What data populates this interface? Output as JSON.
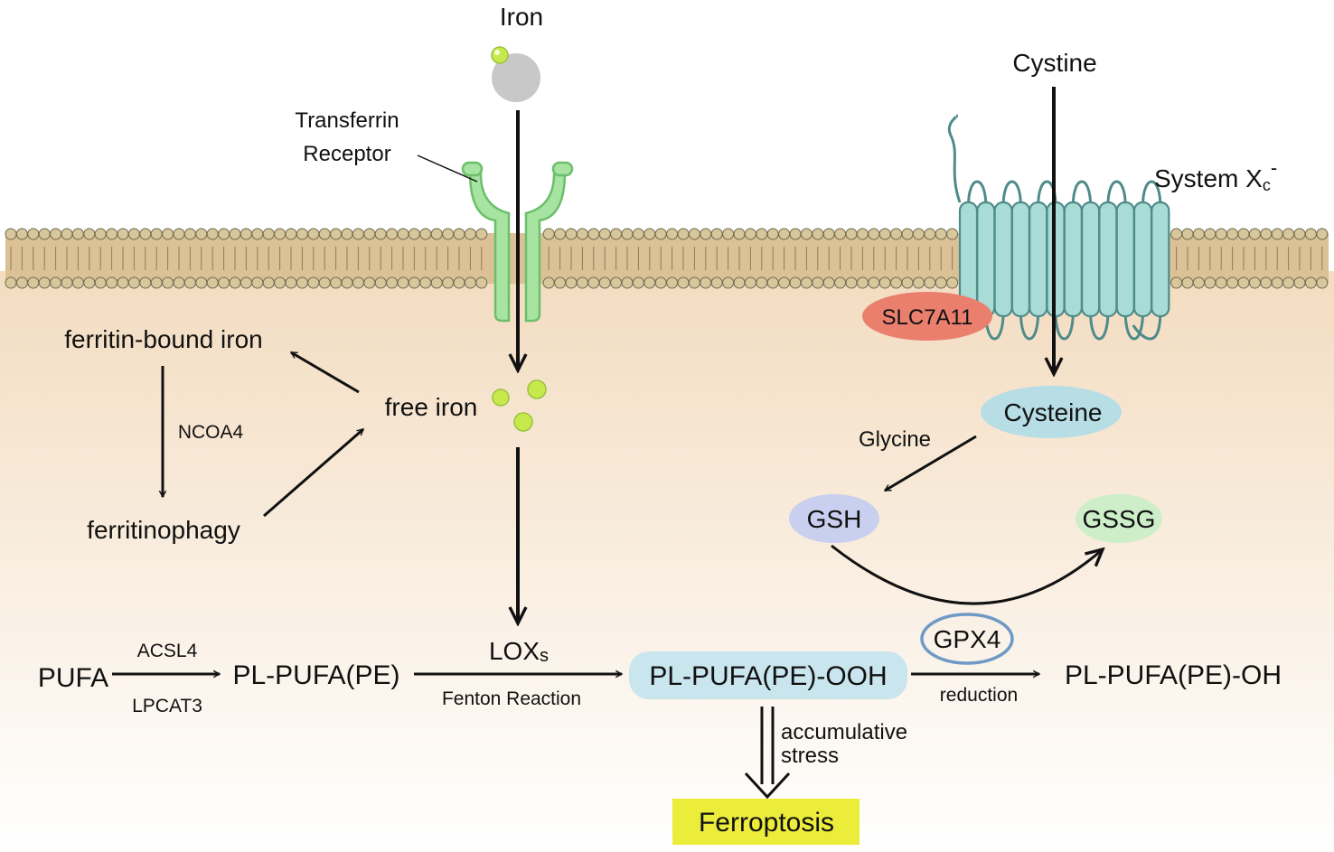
{
  "colors": {
    "cytoplasm_top": "#f3dcc0",
    "cytoplasm_bottom": "#ffffff",
    "membrane_band": "#dcc096",
    "lipid_head": "#d8c79a",
    "receptor_green": "#a7e3a1",
    "receptor_stroke": "#6cbf6a",
    "transporter_teal": "#a9dcd6",
    "transporter_stroke": "#4f8b8a",
    "slc7a11_red": "#ea7f6e",
    "iron_green": "#c6ea4c",
    "transferrin_gray": "#c8c8c8",
    "cysteine_blue": "#b7dde5",
    "gsh_lavender": "#c9cfee",
    "gssg_green": "#cdeec9",
    "ooh_blue": "#c9e6ef",
    "gpx4_ring": "#6f9ac6",
    "ferroptosis_yellow": "#ecec3b"
  },
  "labels": {
    "iron": "Iron",
    "transferrin_receptor_line1": "Transferrin",
    "transferrin_receptor_line2": "Receptor",
    "cystine": "Cystine",
    "system_xc": "System X",
    "system_xc_sub": "c",
    "system_xc_sup": "-",
    "slc7a11": "SLC7A11",
    "ferritin_bound_iron": "ferritin-bound iron",
    "ncoa4": "NCOA4",
    "ferritinophagy": "ferritinophagy",
    "free_iron": "free iron",
    "cysteine": "Cysteine",
    "glycine": "Glycine",
    "gsh": "GSH",
    "gssg": "GSSG",
    "gpx4": "GPX4",
    "pufa": "PUFA",
    "acsl4": "ACSL4",
    "lpcat3": "LPCAT3",
    "pl_pufa_pe": "PL-PUFA(PE)",
    "lox": "LOX",
    "lox_sub": "s",
    "fenton_reaction": "Fenton Reaction",
    "pl_pufa_pe_ooh": "PL-PUFA(PE)-OOH",
    "reduction": "reduction",
    "pl_pufa_pe_oh": "PL-PUFA(PE)-OH",
    "accumulative": "accumulative",
    "stress": "stress",
    "ferroptosis": "Ferroptosis"
  }
}
